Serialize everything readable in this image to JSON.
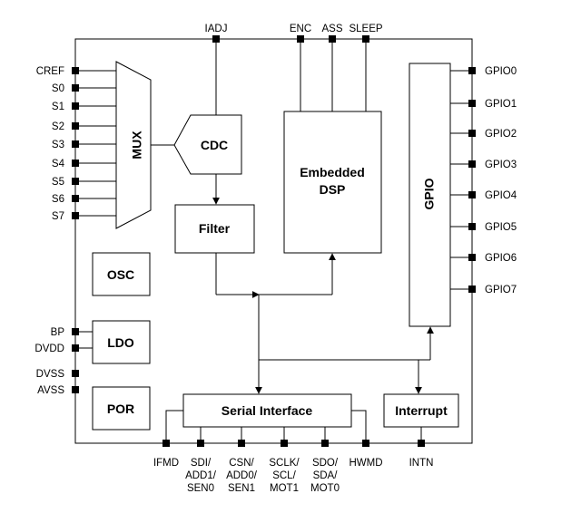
{
  "top_pins": {
    "iadj": "IADJ",
    "enc": "ENC",
    "ass": "ASS",
    "sleep": "SLEEP"
  },
  "left_pins": {
    "cref": "CREF",
    "s0": "S0",
    "s1": "S1",
    "s2": "S2",
    "s3": "S3",
    "s4": "S4",
    "s5": "S5",
    "s6": "S6",
    "s7": "S7",
    "bp": "BP",
    "dvdd": "DVDD",
    "dvss": "DVSS",
    "avss": "AVSS"
  },
  "right_pins": [
    "GPIO0",
    "GPIO1",
    "GPIO2",
    "GPIO3",
    "GPIO4",
    "GPIO5",
    "GPIO6",
    "GPIO7"
  ],
  "bottom_pins": {
    "ifmd": "IFMD",
    "sdi": [
      "SDI/",
      "ADD1/",
      "SEN0"
    ],
    "csn": [
      "CSN/",
      "ADD0/",
      "SEN1"
    ],
    "sclk": [
      "SCLK/",
      "SCL/",
      "MOT1"
    ],
    "sdo": [
      "SDO/",
      "SDA/",
      "MOT0"
    ],
    "hwmd": "HWMD",
    "intn": "INTN"
  },
  "blocks": {
    "mux": "MUX",
    "cdc": "CDC",
    "filter": "Filter",
    "dsp_line1": "Embedded",
    "dsp_line2": "DSP",
    "gpio": "GPIO",
    "osc": "OSC",
    "ldo": "LDO",
    "por": "POR",
    "serial": "Serial Interface",
    "interrupt": "Interrupt"
  }
}
